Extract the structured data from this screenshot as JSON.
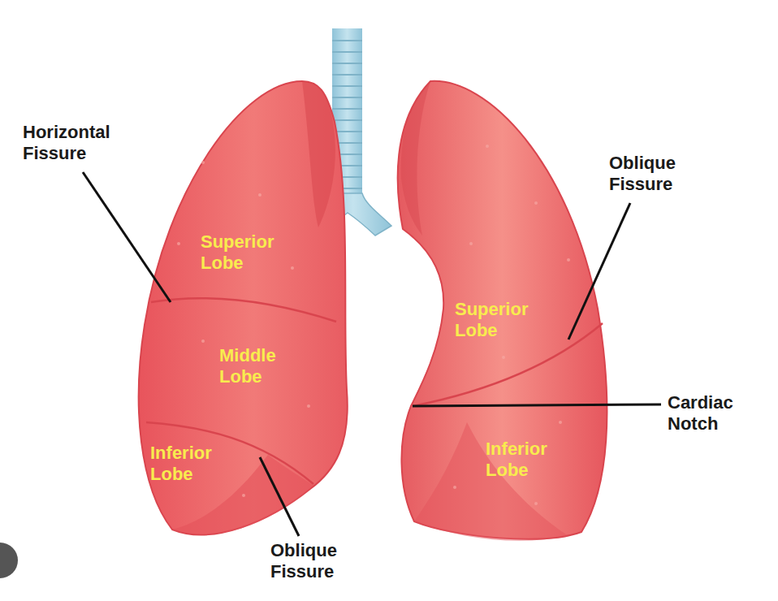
{
  "diagram": {
    "labels": [
      "Horizontal Fissure",
      "Oblique Fissure",
      "Superior Lobe",
      "Superior Lobe",
      "Middle Lobe",
      "Cardiac Notch",
      "Inferior Lobe",
      "Inferior Lobe",
      "Oblique Fissure"
    ]
  }
}
